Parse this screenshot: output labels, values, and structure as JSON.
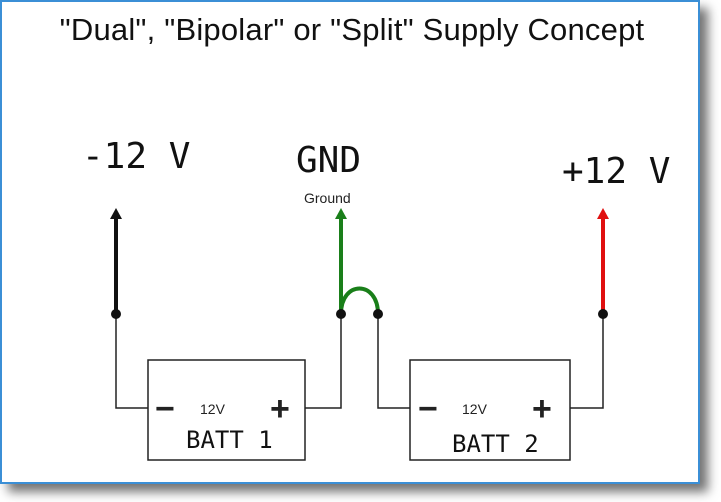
{
  "title": "\"Dual\", \"Bipolar\" or \"Split\" Supply Concept",
  "terminals": {
    "negative": {
      "label": "-12 V",
      "color": "#111111"
    },
    "ground": {
      "label": "GND",
      "sublabel": "Ground",
      "color": "#1a7f1a"
    },
    "positive": {
      "label": "+12 V",
      "color": "#e01010"
    }
  },
  "batteries": [
    {
      "name": "BATT 1",
      "voltage": "12V",
      "minus": "−",
      "plus": "+"
    },
    {
      "name": "BATT 2",
      "voltage": "12V",
      "minus": "−",
      "plus": "+"
    }
  ],
  "colors": {
    "border": "#3b8fd6",
    "wire": "#222222",
    "ground_wire": "#1a7f1a",
    "positive_wire": "#e01010"
  }
}
